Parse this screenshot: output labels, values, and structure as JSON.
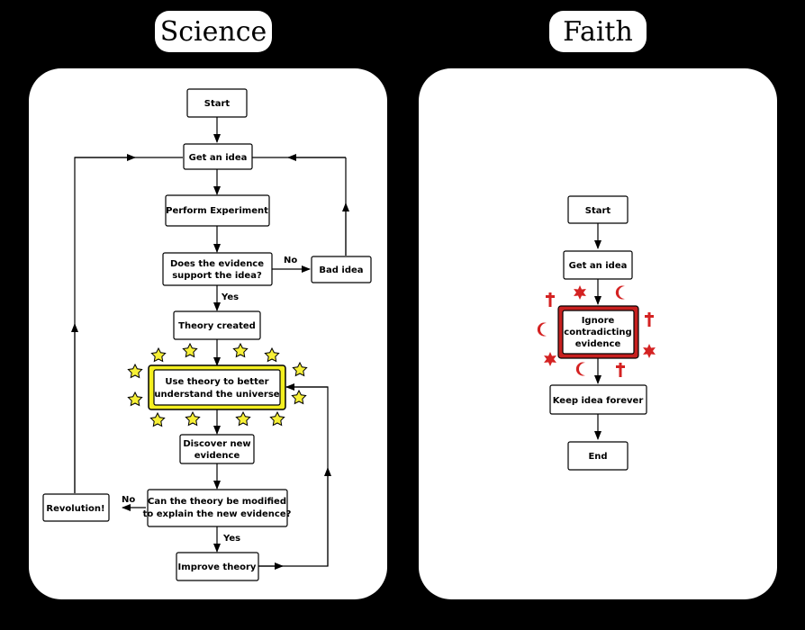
{
  "panels": {
    "science_title": "Science",
    "faith_title": "Faith"
  },
  "science": {
    "start": "Start",
    "get_idea": "Get an idea",
    "perform": "Perform Experiment",
    "question1_line1": "Does the evidence",
    "question1_line2": "support the idea?",
    "no1": "No",
    "bad_idea": "Bad idea",
    "yes1": "Yes",
    "theory_created": "Theory created",
    "use_line1": "Use theory to better",
    "use_line2": "understand the universe",
    "discover_line1": "Discover new",
    "discover_line2": "evidence",
    "question2_line1": "Can the theory be modified",
    "question2_line2": "to explain the new evidence?",
    "no2": "No",
    "revolution": "Revolution!",
    "yes2": "Yes",
    "improve": "Improve theory"
  },
  "faith": {
    "start": "Start",
    "get_idea": "Get an idea",
    "ignore_line1": "Ignore",
    "ignore_line2": "contradicting",
    "ignore_line3": "evidence",
    "keep": "Keep idea forever",
    "end": "End"
  },
  "colors": {
    "background": "#000000",
    "panel": "#ffffff",
    "star_fill": "#f7f037",
    "highlight_yellow": "#f4ef20",
    "highlight_red": "#c7201f"
  }
}
